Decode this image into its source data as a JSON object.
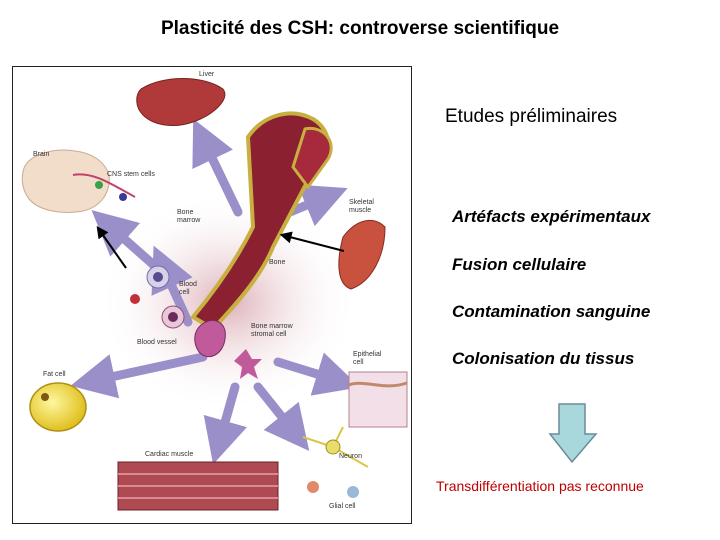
{
  "slide": {
    "title": "Plasticité des CSH: controverse scientifique",
    "subtitle": "Etudes préliminaires",
    "points": [
      "Artéfacts expérimentaux",
      "Fusion cellulaire",
      "Contamination sanguine",
      "Colonisation du tissus"
    ],
    "conclusion": "Transdifférentiation pas reconnue"
  },
  "figure": {
    "labels": {
      "liver": "Liver",
      "brain": "Brain",
      "cns": "CNS stem cells",
      "bone_marrow": "Bone marrow",
      "skeletal": "Skeletal muscle",
      "bone": "Bone",
      "blood_cell": "Blood cell",
      "blood_vessel": "Blood vessel",
      "stromal": "Bone marrow stromal cell",
      "epithelial": "Epithelial cell",
      "fat": "Fat cell",
      "cardiac": "Cardiac muscle",
      "neuron": "Neuron",
      "glial": "Glial cell"
    }
  },
  "colors": {
    "arrow": "#9b8fc9",
    "conclusion": "#c00000",
    "big_arrow_fill": "#a8d8dc"
  }
}
